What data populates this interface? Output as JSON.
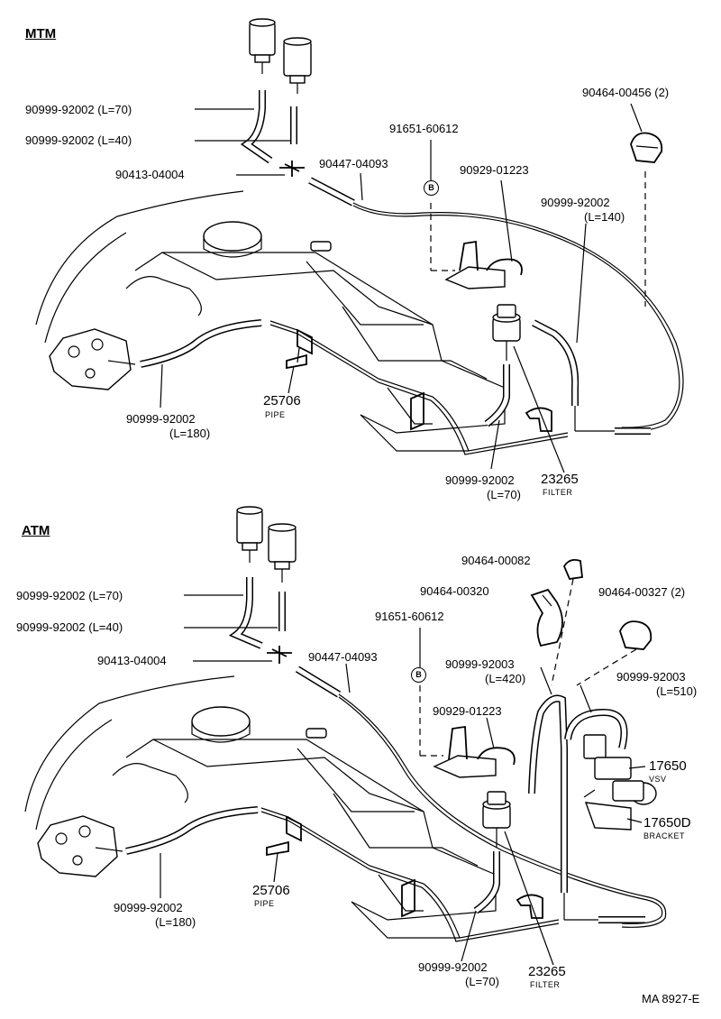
{
  "mtm": {
    "title": "MTM",
    "labels": {
      "hose_l70_top": "90999-92002 (L=70)",
      "hose_l40": "90999-92002 (L=40)",
      "tee": "90413-04004",
      "tube": "90447-04093",
      "clamp_b": "91651-60612",
      "bracket": "90929-01223",
      "clip": "90464-00456 (2)",
      "hose_l140_a": "90999-92002",
      "hose_l140_b": "(L=140)",
      "pipe_num": "25706",
      "pipe_sub": "PIPE",
      "hose_l180_a": "90999-92002",
      "hose_l180_b": "(L=180)",
      "hose_l70_bot_a": "90999-92002",
      "hose_l70_bot_b": "(L=70)",
      "filter_num": "23265",
      "filter_sub": "FILTER",
      "b_mark": "B"
    }
  },
  "atm": {
    "title": "ATM",
    "labels": {
      "hose_l70_top": "90999-92002 (L=70)",
      "hose_l40": "90999-92002 (L=40)",
      "tee": "90413-04004",
      "tube": "90447-04093",
      "clamp_b": "91651-60612",
      "clip_82": "90464-00082",
      "clip_320": "90464-00320",
      "clip_327": "90464-00327 (2)",
      "hose_l420_a": "90999-92003",
      "hose_l420_b": "(L=420)",
      "hose_l510_a": "90999-92003",
      "hose_l510_b": "(L=510)",
      "bracket": "90929-01223",
      "vsv_num": "17650",
      "vsv_sub": "VSV",
      "bracket_num": "17650D",
      "bracket_sub": "BRACKET",
      "pipe_num": "25706",
      "pipe_sub": "PIPE",
      "hose_l180_a": "90999-92002",
      "hose_l180_b": "(L=180)",
      "hose_l70_bot_a": "90999-92002",
      "hose_l70_bot_b": "(L=70)",
      "filter_num": "23265",
      "filter_sub": "FILTER",
      "b_mark": "B"
    }
  },
  "footer": {
    "code": "MA 8927-E"
  }
}
